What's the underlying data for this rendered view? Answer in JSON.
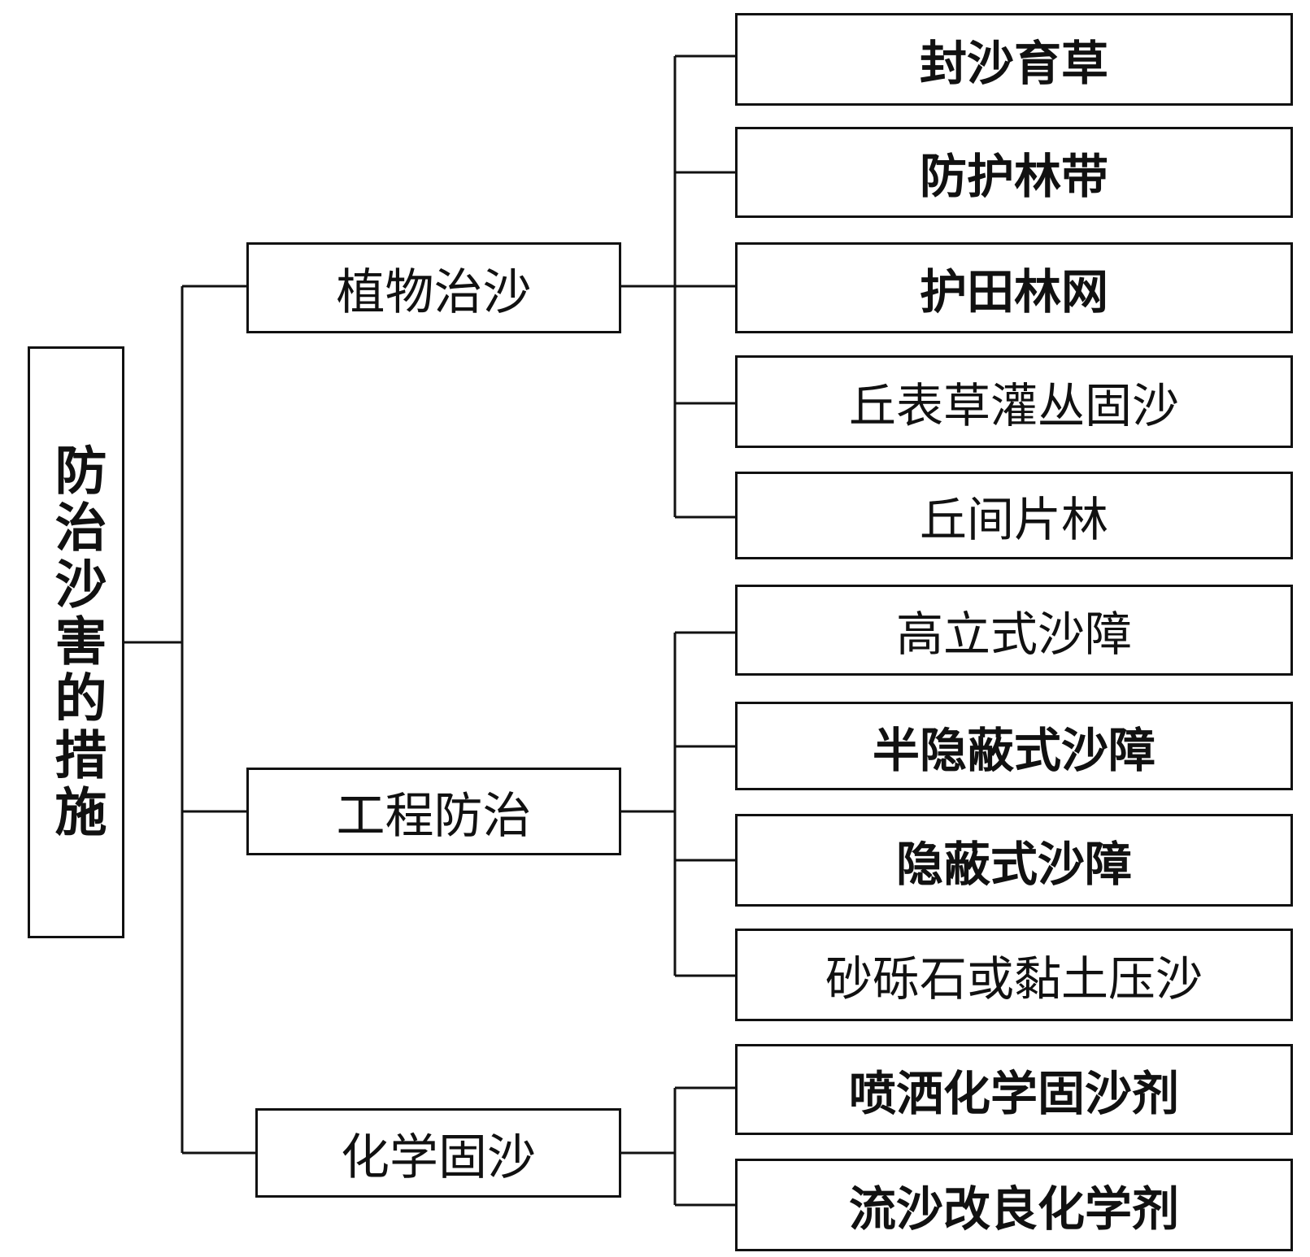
{
  "root": {
    "label": "防治沙害的措施"
  },
  "categories": [
    {
      "label": "植物治沙",
      "items": [
        "封沙育草",
        "防护林带",
        "护田林网",
        "丘表草灌丛固沙",
        "丘间片林"
      ]
    },
    {
      "label": "工程防治",
      "items": [
        "高立式沙障",
        "半隐蔽式沙障",
        "隐蔽式沙障",
        "砂砾石或黏土压沙"
      ]
    },
    {
      "label": "化学固沙",
      "items": [
        "喷洒化学固沙剂",
        "流沙改良化学剂"
      ]
    }
  ]
}
